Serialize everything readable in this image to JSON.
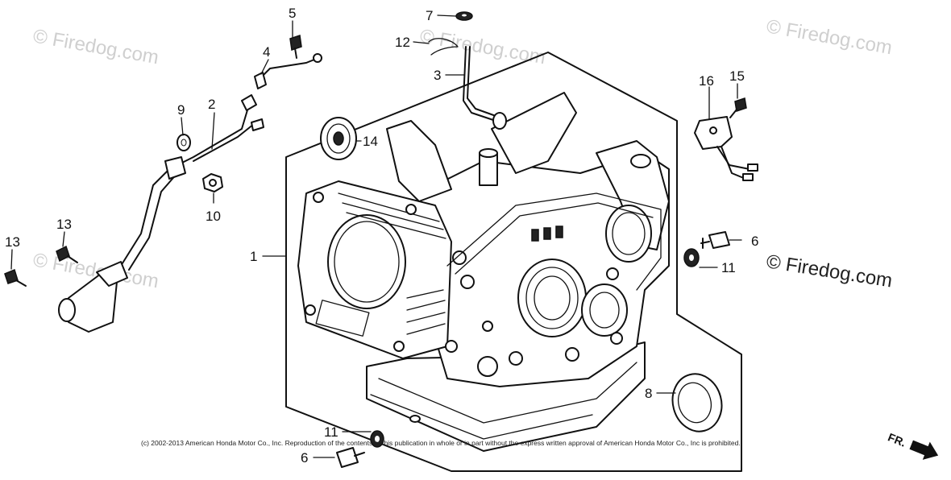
{
  "watermark": {
    "faint": "© Firedog.com",
    "bold": "© Firedog.com"
  },
  "copyright": "(c) 2002-2013 American Honda Motor Co., Inc. Reproduction of the contents of this publication in whole or in part without the express written approval of American Honda Motor Co., Inc is prohibited.",
  "direction_marker": "FR.",
  "callouts": {
    "c1": "1",
    "c2": "2",
    "c3": "3",
    "c4": "4",
    "c5": "5",
    "c6a": "6",
    "c6b": "6",
    "c7": "7",
    "c8": "8",
    "c9": "9",
    "c10": "10",
    "c11a": "11",
    "c11b": "11",
    "c12": "12",
    "c13a": "13",
    "c13b": "13",
    "c14": "14",
    "c15": "15",
    "c16": "16"
  }
}
